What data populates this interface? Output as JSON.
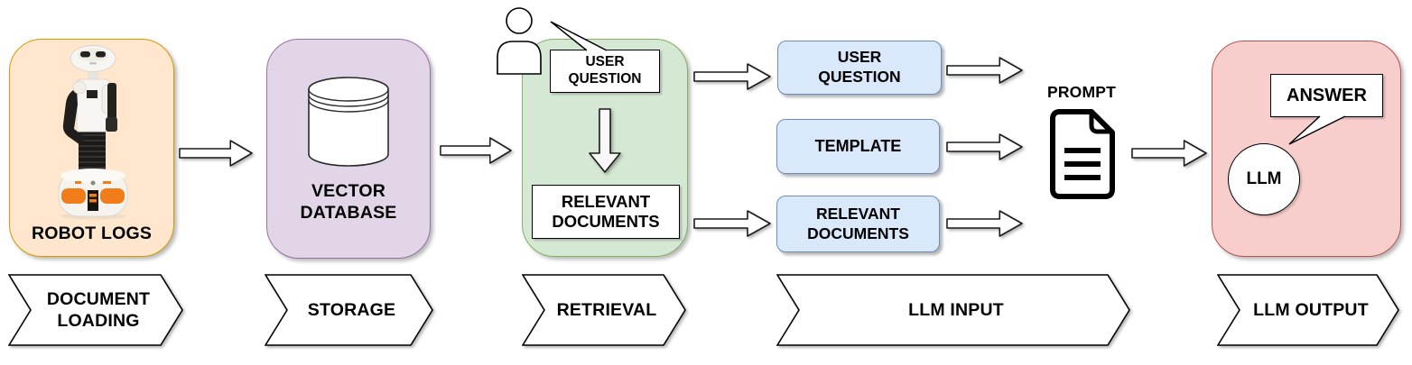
{
  "colors": {
    "orange_fill": "#FFE6CC",
    "orange_border": "#D79B00",
    "purple_fill": "#E1D5E7",
    "purple_border": "#9673A6",
    "green_fill": "#D5E8D4",
    "green_border": "#82B366",
    "blue_fill": "#DAE8FC",
    "blue_border": "#6C8EBF",
    "pink_fill": "#F8CECC",
    "pink_border": "#B85450",
    "robot_accent": "#F07C1A",
    "shape_fill": "#FFFFFF",
    "shape_stroke": "#000000"
  },
  "robot_panel": {
    "label": "ROBOT LOGS"
  },
  "vector_panel": {
    "label": "VECTOR\nDATABASE"
  },
  "retrieval_panel": {
    "user_question_label": "USER\nQUESTION",
    "relevant_documents_label": "RELEVANT\nDOCUMENTS"
  },
  "llm_input_boxes": [
    {
      "label": "USER\nQUESTION"
    },
    {
      "label": "TEMPLATE"
    },
    {
      "label": "RELEVANT\nDOCUMENTS"
    }
  ],
  "prompt": {
    "label": "PROMPT"
  },
  "output_panel": {
    "answer_label": "ANSWER",
    "llm_label": "LLM"
  },
  "stages": [
    {
      "label": "DOCUMENT\nLOADING"
    },
    {
      "label": "STORAGE"
    },
    {
      "label": "RETRIEVAL"
    },
    {
      "label": "LLM INPUT"
    },
    {
      "label": "LLM OUTPUT"
    }
  ]
}
